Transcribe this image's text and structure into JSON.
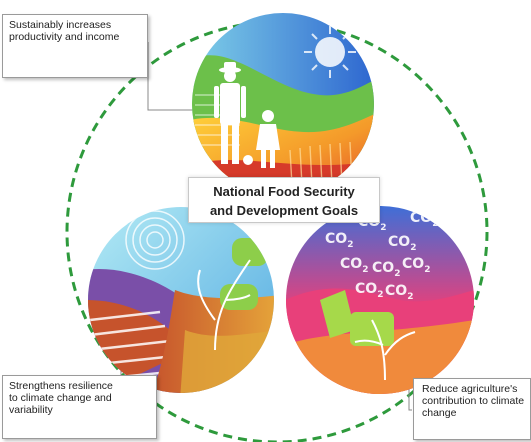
{
  "diagram": {
    "center_label": {
      "line1": "National Food Security",
      "line2": "and Development Goals"
    },
    "callouts": {
      "productivity": {
        "line1": "Sustainably increases",
        "line2": "productivity and income"
      },
      "resilience": {
        "line1": "Strengthens resilience",
        "line2": "to climate change and",
        "line3": "variability"
      },
      "mitigation": {
        "line1": "Reduce agriculture's",
        "line2": "contribution to climate",
        "line3": "change"
      }
    },
    "co2_text": "CO",
    "co2_sub": "2",
    "colors": {
      "ring": "#2e9a3c",
      "callout_border": "#9a9a9a",
      "sky_blue": "#2f6fd6",
      "field_green": "#6cc04a",
      "field_orange": "#f07a2a",
      "resilience_purple": "#7a4fa8",
      "resilience_cyan": "#5ec6e0",
      "mitigation_pink": "#e8407a",
      "mitigation_blue": "#3d6fd8"
    }
  }
}
